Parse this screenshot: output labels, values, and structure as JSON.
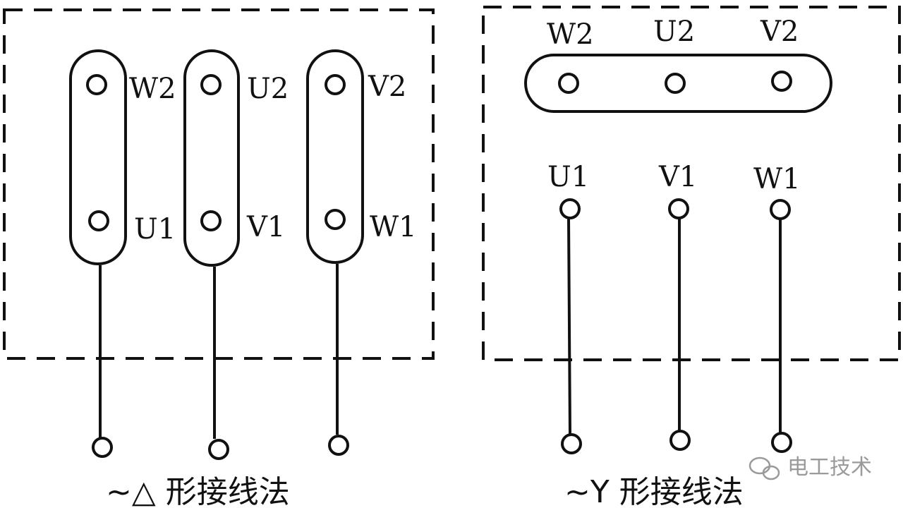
{
  "delta": {
    "top_labels": [
      "W2",
      "U2",
      "V2"
    ],
    "bottom_labels": [
      "U1",
      "V1",
      "W1"
    ],
    "caption": "~△ 形接线法"
  },
  "star": {
    "top_labels": [
      "W2",
      "U2",
      "V2"
    ],
    "bottom_labels": [
      "U1",
      "V1",
      "W1"
    ],
    "caption": "~Y 形接线法"
  },
  "watermark": "电工技术",
  "icons": {
    "watermark_icon": "wechat-icon"
  }
}
